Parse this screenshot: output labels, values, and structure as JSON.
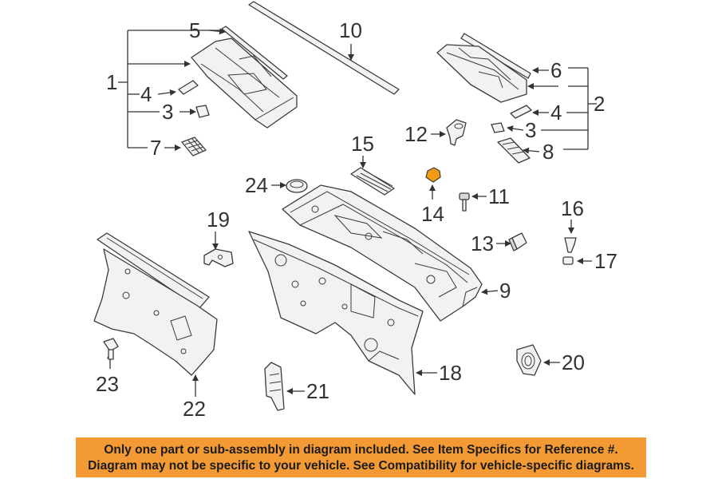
{
  "callouts": {
    "c1": "1",
    "c2": "2",
    "c3a": "3",
    "c3b": "3",
    "c4a": "4",
    "c4b": "4",
    "c5": "5",
    "c6": "6",
    "c7": "7",
    "c8": "8",
    "c9": "9",
    "c10": "10",
    "c11": "11",
    "c12": "12",
    "c13": "13",
    "c14": "14",
    "c15": "15",
    "c16": "16",
    "c17": "17",
    "c18": "18",
    "c19": "19",
    "c20": "20",
    "c21": "21",
    "c22": "22",
    "c23": "23",
    "c24": "24"
  },
  "colors": {
    "highlight_part": "#f39c12",
    "notice_background": "#f39a34"
  },
  "notice": {
    "line1": "Only one part or sub-assembly in diagram included. See Item Specifics for Reference #.",
    "line2": "Diagram may not be specific to your vehicle. See Compatibility for vehicle-specific diagrams."
  }
}
